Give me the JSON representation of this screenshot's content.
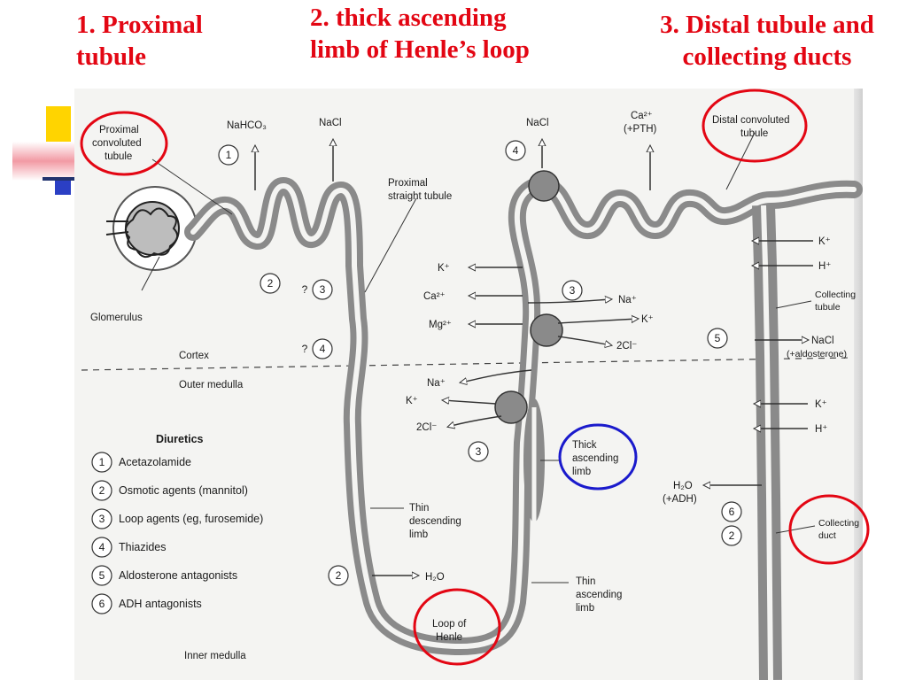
{
  "slide": {
    "titles": [
      {
        "line1": "1. Proximal",
        "line2": "tubule"
      },
      {
        "line1": "2. thick ascending",
        "line2": "limb of Henle’s loop"
      },
      {
        "line1": "3. Distal  tubule  and",
        "line2": "collecting ducts"
      }
    ]
  },
  "diagram": {
    "labels": {
      "proximal_convoluted": [
        "Proximal",
        "convoluted",
        "tubule"
      ],
      "glomerulus": "Glomerulus",
      "proximal_straight": [
        "Proximal",
        "straight tubule"
      ],
      "cortex": "Cortex",
      "outer_medulla": "Outer medulla",
      "inner_medulla": "Inner medulla",
      "thin_descending": [
        "Thin",
        "descending",
        "limb"
      ],
      "thin_ascending": [
        "Thin",
        "ascending",
        "limb"
      ],
      "loop_of_henle": [
        "Loop of",
        "Henle"
      ],
      "thick_ascending": [
        "Thick",
        "ascending",
        "limb"
      ],
      "distal_convoluted": [
        "Distal convoluted",
        "tubule"
      ],
      "collecting_tubule": [
        "Collecting",
        "tubule"
      ],
      "collecting_duct": [
        "Collecting",
        "duct"
      ]
    },
    "markers": {
      "m1": "1",
      "m2_prox": "2",
      "m3_prox": "3",
      "m4_prox": "4",
      "m3_thick_upper": "3",
      "m3_thick_lower": "3",
      "m4_distal": "4",
      "m5": "5",
      "m6": "6",
      "m2_duct": "2",
      "m2_loop": "2",
      "q1": "?",
      "q2": "?"
    },
    "solutes": {
      "nahco3": "NaHCO₃",
      "nacl_prox": "NaCl",
      "nacl_distal": "NaCl",
      "ca_pth": [
        "Ca²⁺",
        "(+PTH)"
      ],
      "k_out": "K⁺",
      "ca_out": "Ca²⁺",
      "mg_out": "Mg²⁺",
      "na_in_upper": "Na⁺",
      "k_in_upper": "K⁺",
      "cl_in_upper": "2Cl⁻",
      "na_in_lower": "Na⁺",
      "k_in_lower": "K⁺",
      "cl_in_lower": "2Cl⁻",
      "k_secr_1": "K⁺",
      "h_secr_1": "H⁺",
      "nacl_aldo": [
        "NaCl",
        "(+aldosterone)"
      ],
      "k_secr_2": "K⁺",
      "h_secr_2": "H⁺",
      "h2o_adh": [
        "H₂O",
        "(+ADH)"
      ],
      "h2o_loop": "H₂O"
    },
    "legend": {
      "title": "Diuretics",
      "items": [
        {
          "num": "1",
          "text": "Acetazolamide"
        },
        {
          "num": "2",
          "text": "Osmotic agents (mannitol)"
        },
        {
          "num": "3",
          "text": "Loop agents (eg, furosemide)"
        },
        {
          "num": "4",
          "text": "Thiazides"
        },
        {
          "num": "5",
          "text": "Aldosterone antagonists"
        },
        {
          "num": "6",
          "text": "ADH antagonists"
        }
      ]
    },
    "colors": {
      "title_red": "#e30613",
      "highlight_red": "#e30613",
      "highlight_blue": "#1a1acc",
      "tubule_wall": "#8a8a8a",
      "tubule_lumen": "#f4f4f2"
    }
  }
}
